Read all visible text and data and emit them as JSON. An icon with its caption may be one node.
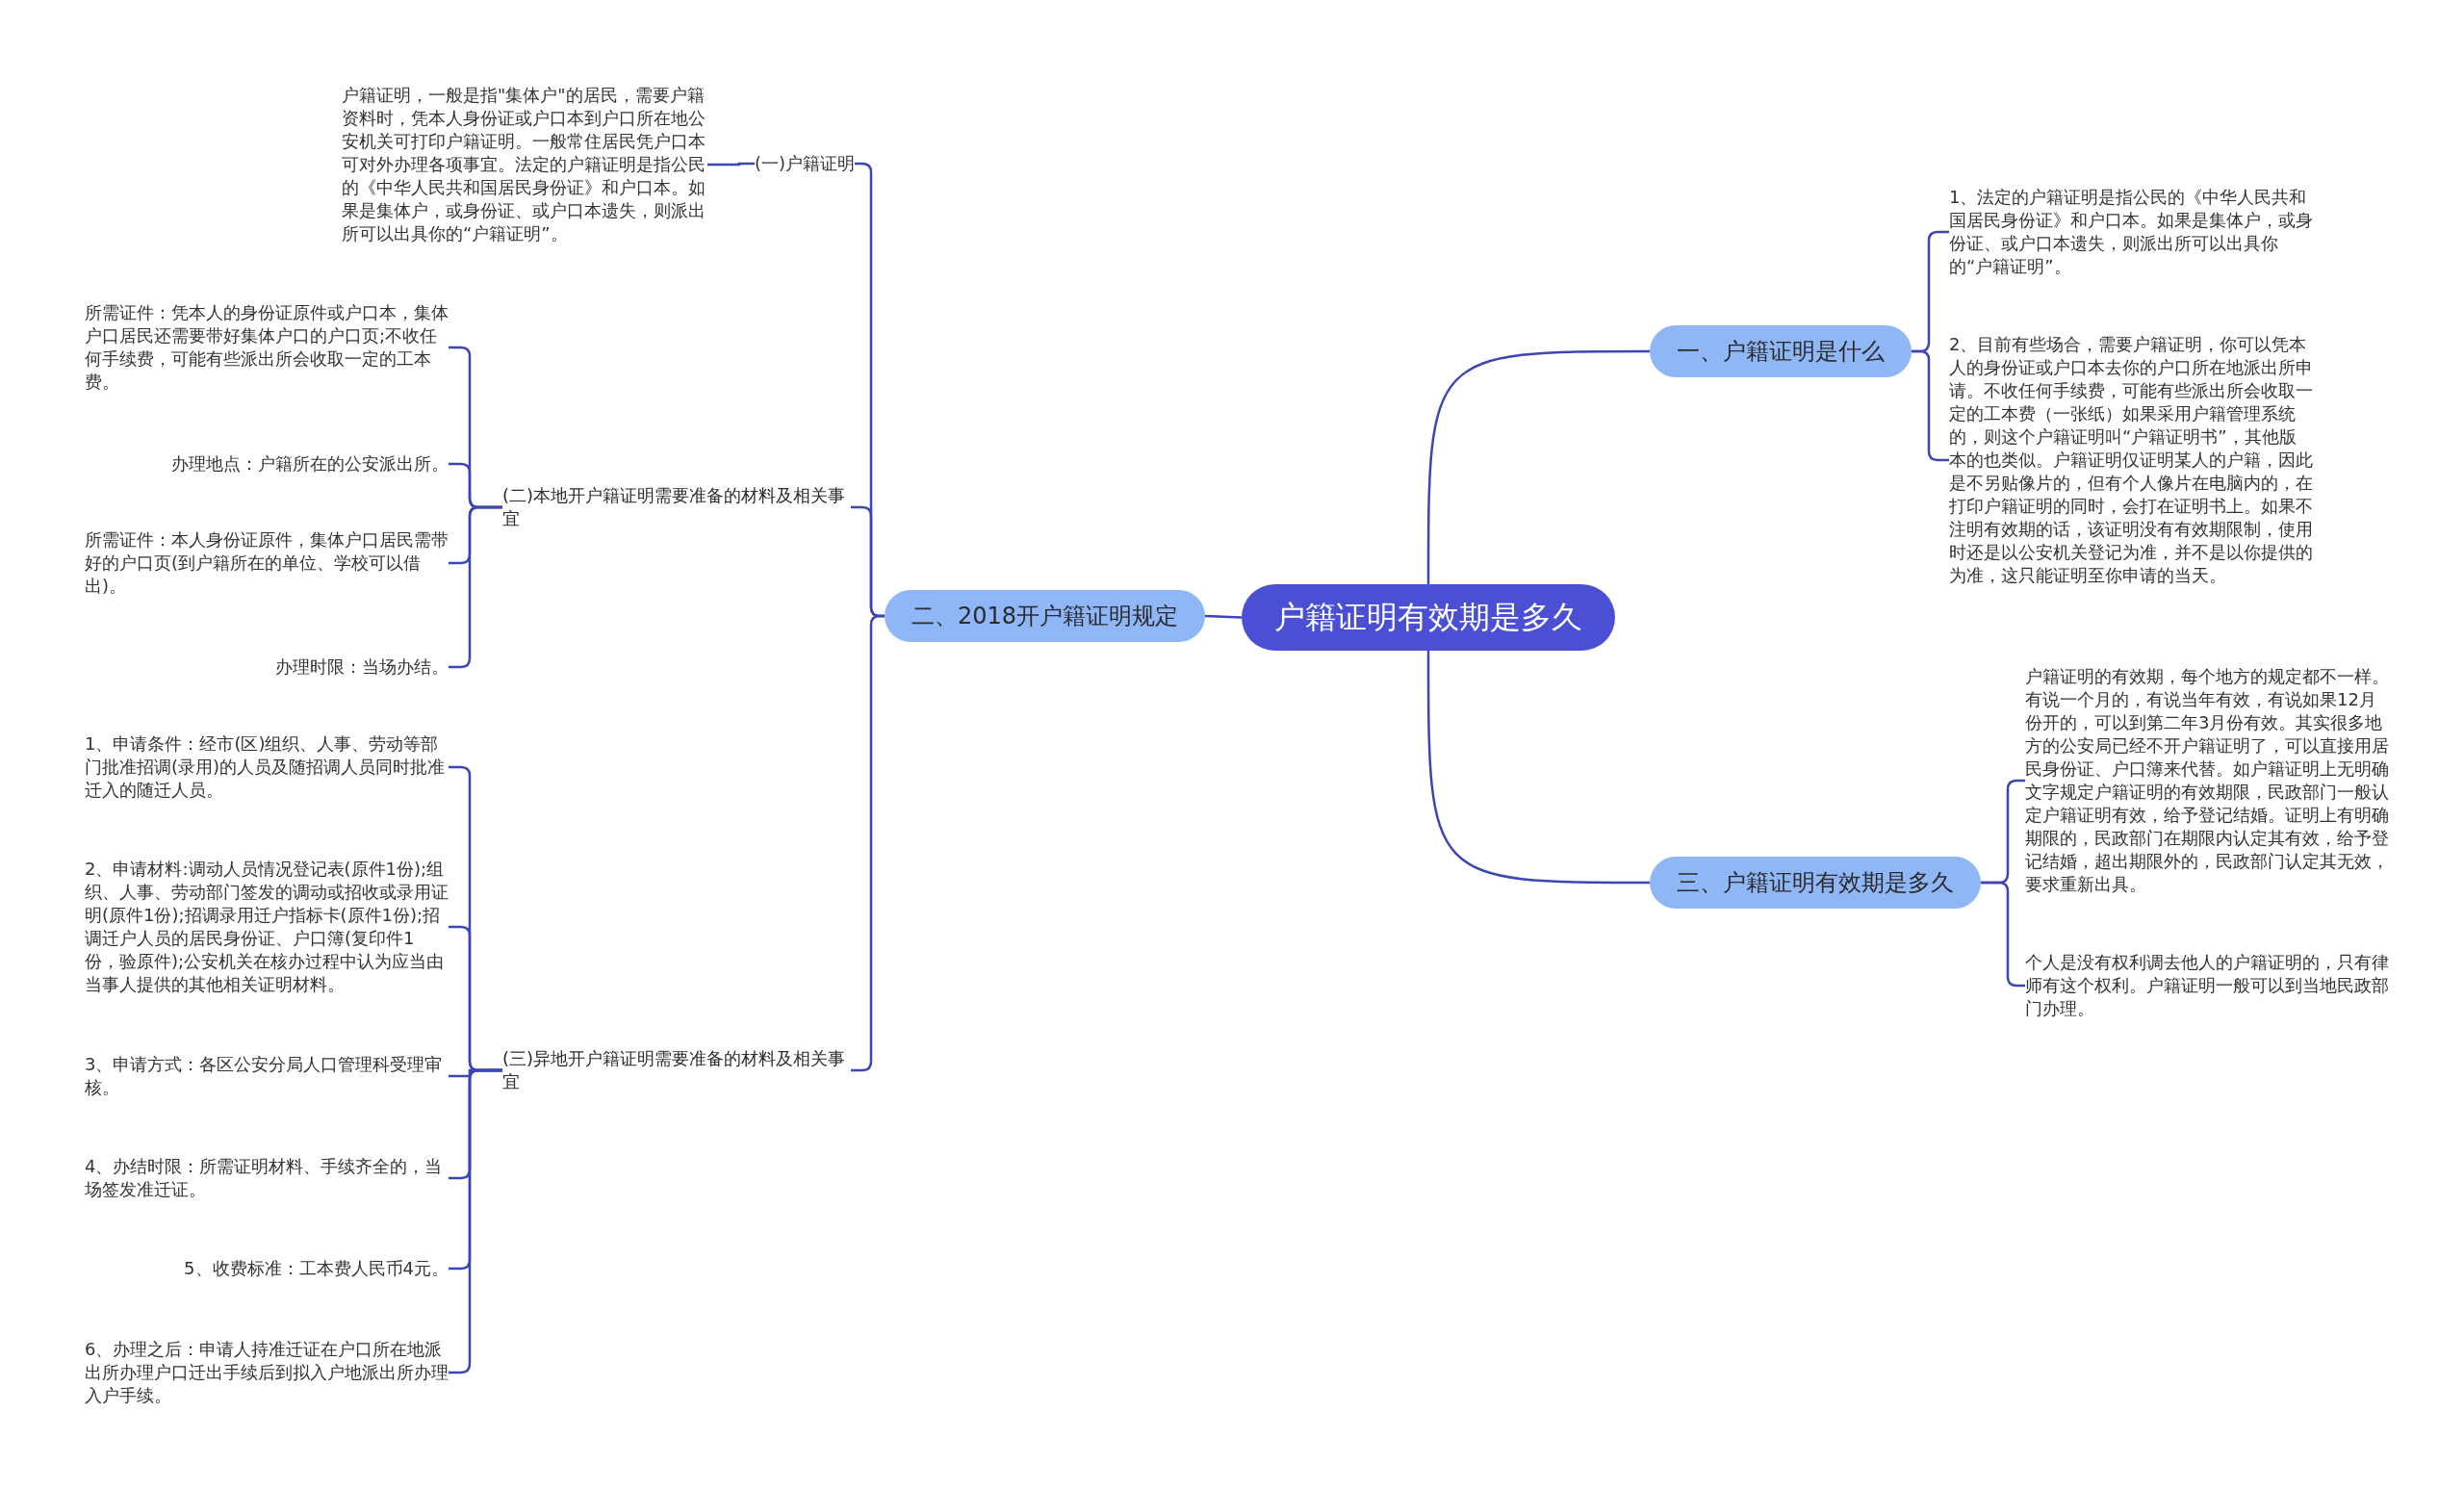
{
  "diagram": {
    "nodes": [
      {
        "text": [
          "户籍证明有效期是多久"
        ]
      },
      {
        "text": [
          "一、户籍证明是什么"
        ]
      },
      {
        "text": [
          "1、法定的户籍证明是指公民的《中华人民共和国居民身份证》和户口本。如果是集体户，或身份证、或户口本遗失，则派出所可以出具你的“户籍证明”。"
        ]
      },
      {
        "text": [
          "2、目前有些场合，需要户籍证明，你可以凭本人的身份证或户口本去你的户口所在地派出所申请。不收任何手续费，可能有些派出所会收取一定的工本费（一张纸）如果采用户籍管理系统的，则这个户籍证明叫“户籍证明书”，其他版本的也类似。户籍证明仅证明某人的户籍，因此是不另贴像片的，但有个人像片在电脑内的，在打印户籍证明的同时，会打在证明书上。如果不注明有效期的话，该证明没有有效期限制，使用时还是以公安机关登记为准，并不是以你提供的为准，这只能证明至你申请的当天。"
        ]
      },
      {
        "text": [
          "二、2018开户籍证明规定"
        ]
      },
      {
        "text": [
          "(一)户籍证明"
        ]
      },
      {
        "text": [
          "户籍证明，一般是指\"集体户\"的居民，需要户籍资料时，凭本人身份证或户口本到户口所在地公安机关可打印户籍证明。一般常住居民凭户口本可对外办理各项事宜。法定的户籍证明是指公民的《中华人民共和国居民身份证》和户口本。如果是集体户，或身份证、或户口本遗失，则派出所可以出具你的“户籍证明”。"
        ]
      },
      {
        "text": [
          "(二)本地开户籍证明需要准备的材料及相关事宜"
        ]
      },
      {
        "text": [
          "所需证件：凭本人的身份证原件或户口本，集体户口居民还需要带好集体户口的户口页;不收任何手续费，可能有些派出所会收取一定的工本费。"
        ]
      },
      {
        "text": [
          "办理地点：户籍所在的公安派出所。"
        ]
      },
      {
        "text": [
          "所需证件：本人身份证原件，集体户口居民需带好的户口页(到户籍所在的单位、学校可以借出)。"
        ]
      },
      {
        "text": [
          "办理时限：当场办结。"
        ]
      },
      {
        "text": [
          "(三)异地开户籍证明需要准备的材料及相关事宜"
        ]
      },
      {
        "text": [
          "1、申请条件：经市(区)组织、人事、劳动等部门批准招调(录用)的人员及随招调人员同时批准迁入的随迁人员。"
        ]
      },
      {
        "text": [
          "2、申请材料:调动人员情况登记表(原件1份);组织、人事、劳动部门签发的调动或招收或录用证明(原件1份);招调录用迁户指标卡(原件1份);招调迁户人员的居民身份证、户口簿(复印件1份，验原件);公安机关在核办过程中认为应当由当事人提供的其他相关证明材料。"
        ]
      },
      {
        "text": [
          "3、申请方式：各区公安分局人口管理科受理审核。"
        ]
      },
      {
        "text": [
          "4、办结时限：所需证明材料、手续齐全的，当场签发准迁证。"
        ]
      },
      {
        "text": [
          "5、收费标准：工本费人民币4元。"
        ]
      },
      {
        "text": [
          "6、办理之后：申请人持准迁证在户口所在地派出所办理户口迁出手续后到拟入户地派出所办理入户手续。"
        ]
      },
      {
        "text": [
          "三、户籍证明有效期是多久"
        ]
      },
      {
        "text": [
          "户籍证明的有效期，每个地方的规定都不一样。有说一个月的，有说当年有效，有说如果12月份开的，可以到第二年3月份有效。其实很多地方的公安局已经不开户籍证明了，可以直接用居民身份证、户口簿来代替。如户籍证明上无明确文字规定户籍证明的有效期限，民政部门一般认定户籍证明有效，给予登记结婚。证明上有明确期限的，民政部门在期限内认定其有效，给予登记结婚，超出期限外的，民政部门认定其无效，要求重新出具。"
        ]
      },
      {
        "text": [
          "个人是没有权利调去他人的户籍证明的，只有律师有这个权利。户籍证明一般可以到当地民政部门办理。"
        ]
      }
    ],
    "edges": [
      {
        "from": 0,
        "to": 1,
        "arrow": "none"
      },
      {
        "from": 1,
        "to": 2,
        "arrow": "none"
      },
      {
        "from": 1,
        "to": 3,
        "arrow": "none"
      },
      {
        "from": 0,
        "to": 4,
        "arrow": "none"
      },
      {
        "from": 4,
        "to": 5,
        "arrow": "none"
      },
      {
        "from": 5,
        "to": 6,
        "arrow": "none"
      },
      {
        "from": 4,
        "to": 7,
        "arrow": "none"
      },
      {
        "from": 7,
        "to": 8,
        "arrow": "none"
      },
      {
        "from": 7,
        "to": 9,
        "arrow": "none"
      },
      {
        "from": 7,
        "to": 10,
        "arrow": "none"
      },
      {
        "from": 7,
        "to": 11,
        "arrow": "none"
      },
      {
        "from": 4,
        "to": 12,
        "arrow": "none"
      },
      {
        "from": 12,
        "to": 13,
        "arrow": "none"
      },
      {
        "from": 12,
        "to": 14,
        "arrow": "none"
      },
      {
        "from": 12,
        "to": 15,
        "arrow": "none"
      },
      {
        "from": 12,
        "to": 16,
        "arrow": "none"
      },
      {
        "from": 12,
        "to": 17,
        "arrow": "none"
      },
      {
        "from": 12,
        "to": 18,
        "arrow": "none"
      },
      {
        "from": 0,
        "to": 19,
        "arrow": "none"
      },
      {
        "from": 19,
        "to": 20,
        "arrow": "none"
      },
      {
        "from": 19,
        "to": 21,
        "arrow": "none"
      }
    ]
  }
}
